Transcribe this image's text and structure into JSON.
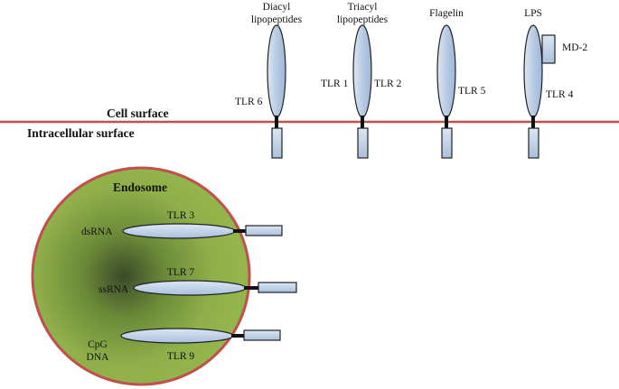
{
  "surface": {
    "cell_surface": "Cell surface",
    "intracellular_surface": "Intracellular  surface",
    "membrane_color": "#c0504d"
  },
  "receptors": {
    "diacyl_ligand_line1": "Diacyl",
    "diacyl_ligand_line2": "lipopeptides",
    "tlr6": "TLR 6",
    "triacyl_ligand_line1": "Triacyl",
    "triacyl_ligand_line2": "lipopeptides",
    "tlr1": "TLR 1",
    "tlr2": "TLR 2",
    "flagelin": "Flagelin",
    "tlr5": "TLR 5",
    "lps": "LPS",
    "md2": "MD-2",
    "tlr4": "TLR 4"
  },
  "endosome": {
    "title": "Endosome",
    "fill_color": "#8fb04a",
    "border_color": "#c0504d",
    "tlr3": "TLR 3",
    "dsrna": "dsRNA",
    "tlr7": "TLR 7",
    "ssrna": "ssRNA",
    "tlr9": "TLR 9",
    "cpg_line1": "CpG",
    "cpg_line2": "DNA"
  },
  "receptor_color": "#b8cce4"
}
